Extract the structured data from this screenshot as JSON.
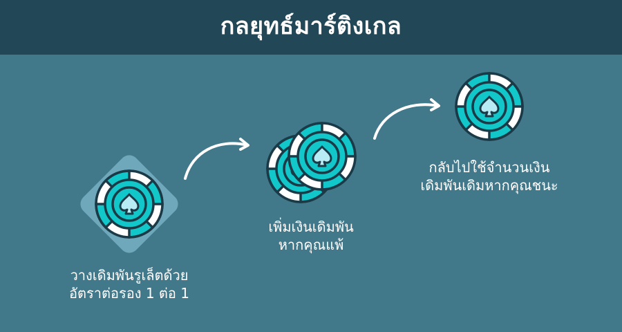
{
  "header": {
    "title": "กลยุทธ์มาร์ติงเกล"
  },
  "colors": {
    "header_bg": "#224756",
    "body_bg": "#41788a",
    "chip_teal": "#12c7c9",
    "chip_white": "#ffffff",
    "chip_outline": "#1b3a47",
    "spade_fill": "#b8ecf5",
    "highlight_diamond": "#6ea8ba",
    "arrow": "#ffffff"
  },
  "steps": [
    {
      "icon": "single-chip-highlighted",
      "line1": "วางเดิมพันรูเล็ตด้วย",
      "line2": "อัตราต่อรอง 1 ต่อ 1"
    },
    {
      "icon": "double-chip",
      "line1": "เพิ่มเงินเดิมพัน",
      "line2": "หากคุณแพ้"
    },
    {
      "icon": "single-chip",
      "line1": "กลับไปใช้จำนวนเงิน",
      "line2": "เดิมพันเดิมหากคุณชนะ"
    }
  ]
}
